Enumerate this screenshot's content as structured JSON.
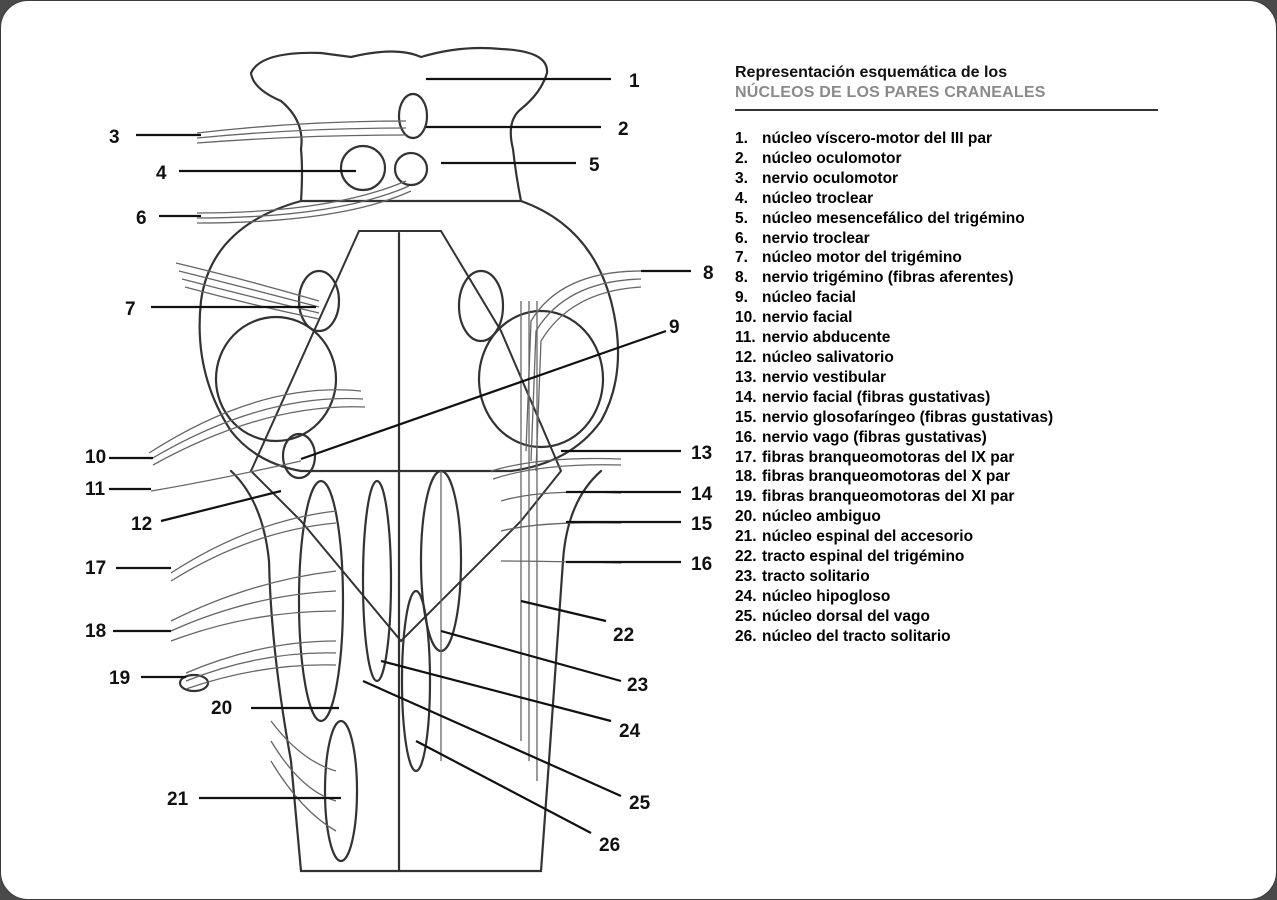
{
  "title": "Representación esquemática de los",
  "subtitle": "NÚCLEOS DE LOS PARES CRANEALES",
  "legend": [
    {
      "num": "1.",
      "text": "núcleo víscero-motor del III par"
    },
    {
      "num": "2.",
      "text": "núcleo oculomotor"
    },
    {
      "num": "3.",
      "text": "nervio oculomotor"
    },
    {
      "num": "4.",
      "text": "núcleo troclear"
    },
    {
      "num": "5.",
      "text": "núcleo mesencefálico del trigémino"
    },
    {
      "num": "6.",
      "text": "nervio troclear"
    },
    {
      "num": "7.",
      "text": "núcleo motor del trigémino"
    },
    {
      "num": "8.",
      "text": "nervio trigémino (fibras aferentes)"
    },
    {
      "num": "9.",
      "text": "núcleo facial"
    },
    {
      "num": "10.",
      "text": "nervio facial"
    },
    {
      "num": "11.",
      "text": "nervio abducente"
    },
    {
      "num": "12.",
      "text": "núcleo salivatorio"
    },
    {
      "num": "13.",
      "text": "nervio vestibular"
    },
    {
      "num": "14.",
      "text": "nervio facial (fibras gustativas)"
    },
    {
      "num": "15.",
      "text": "nervio glosofaríngeo (fibras gustativas)"
    },
    {
      "num": "16.",
      "text": "nervio vago (fibras gustativas)"
    },
    {
      "num": "17.",
      "text": "fibras branqueomotoras del IX par"
    },
    {
      "num": "18.",
      "text": "fibras branqueomotoras del X par"
    },
    {
      "num": "19.",
      "text": "fibras branqueomotoras del XI par"
    },
    {
      "num": "20.",
      "text": "núcleo ambiguo"
    },
    {
      "num": "21.",
      "text": "núcleo espinal del accesorio"
    },
    {
      "num": "22.",
      "text": "tracto espinal del trigémino"
    },
    {
      "num": "23.",
      "text": "tracto solitario"
    },
    {
      "num": "24.",
      "text": "núcleo hipogloso"
    },
    {
      "num": "25.",
      "text": "núcleo dorsal del vago"
    },
    {
      "num": "26.",
      "text": "núcleo del tracto solitario"
    }
  ],
  "diagram_labels": [
    "1",
    "2",
    "3",
    "4",
    "5",
    "6",
    "7",
    "8",
    "9",
    "10",
    "11",
    "12",
    "13",
    "14",
    "15",
    "16",
    "17",
    "18",
    "19",
    "20",
    "21",
    "22",
    "23",
    "24",
    "25",
    "26"
  ]
}
